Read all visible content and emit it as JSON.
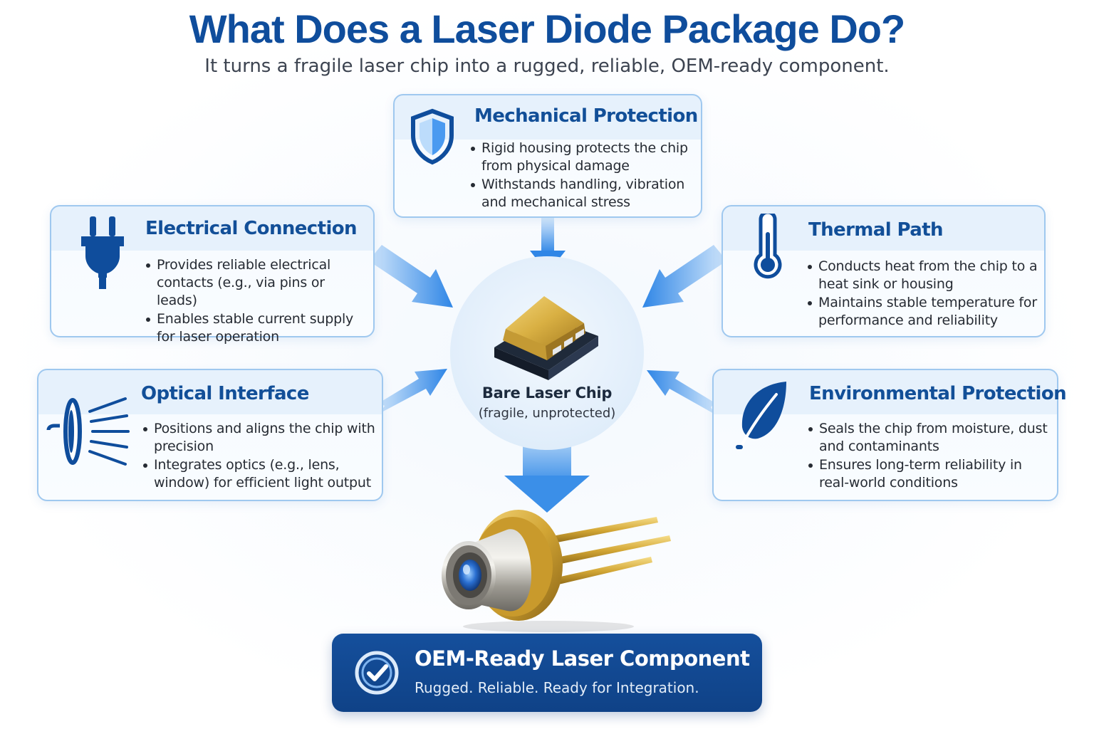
{
  "header": {
    "title": "What Does a Laser Diode Package Do?",
    "subtitle": "It turns a fragile laser chip into a rugged, reliable, OEM-ready component."
  },
  "center": {
    "label": "Bare Laser Chip",
    "sublabel": "(fragile, unprotected)"
  },
  "cards": {
    "mechanical": {
      "icon": "shield-icon",
      "title": "Mechanical Protection",
      "bullets": [
        "Rigid housing protects the chip from physical damage",
        "Withstands handling, vibration and mechanical stress"
      ]
    },
    "electrical": {
      "icon": "plug-icon",
      "title": "Electrical Connection",
      "bullets": [
        "Provides reliable electrical contacts (e.g., via pins or leads)",
        "Enables stable current supply for laser operation"
      ]
    },
    "thermal": {
      "icon": "thermometer-icon",
      "title": "Thermal Path",
      "bullets": [
        "Conducts heat from the chip to a heat sink or housing",
        "Maintains stable temperature for performance and reliability"
      ]
    },
    "optical": {
      "icon": "light-emitter-icon",
      "title": "Optical Interface",
      "bullets": [
        "Positions and aligns the chip with precision",
        "Integrates optics (e.g., lens, window) for efficient light output"
      ]
    },
    "environmental": {
      "icon": "leaf-icon",
      "title": "Environmental Protection",
      "bullets": [
        "Seals the chip from moisture, dust and contaminants",
        "Ensures long-term reliability in real-world conditions"
      ]
    }
  },
  "banner": {
    "icon": "check-badge-icon",
    "title": "OEM-Ready Laser Component",
    "subtitle": "Rugged. Reliable. Ready for Integration."
  },
  "colors": {
    "primary": "#0f4d9c",
    "accent": "#2f86e6",
    "card_border": "#9fc8ef",
    "banner": "#154f9c",
    "gold": "#d9b043"
  }
}
